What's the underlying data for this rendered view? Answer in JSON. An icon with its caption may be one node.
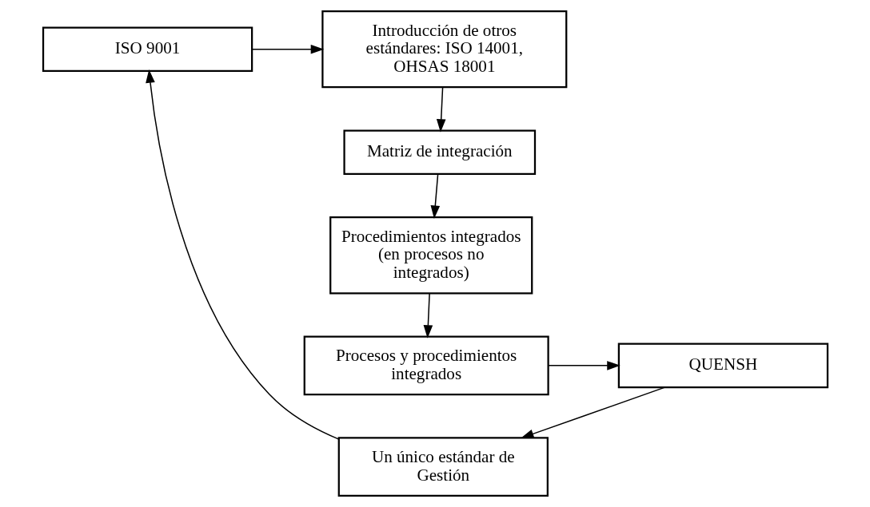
{
  "diagram": {
    "nodes": [
      {
        "text": [
          "ISO 9001"
        ]
      },
      {
        "text": [
          "Introducción de otros estándares: ISO 14001, OHSAS 18001"
        ]
      },
      {
        "text": [
          "Matriz de integración"
        ]
      },
      {
        "text": [
          "Procedimientos integrados (en procesos no integrados)"
        ]
      },
      {
        "text": [
          "Procesos y procedimientos integrados"
        ]
      },
      {
        "text": [
          "QUENSH"
        ]
      },
      {
        "text": [
          "Un único estándar de Gestión"
        ]
      }
    ],
    "edges": [
      {
        "from": 0,
        "to": 1,
        "arrow": "to"
      },
      {
        "from": 1,
        "to": 2,
        "arrow": "to"
      },
      {
        "from": 2,
        "to": 3,
        "arrow": "to"
      },
      {
        "from": 3,
        "to": 4,
        "arrow": "to"
      },
      {
        "from": 4,
        "to": 5,
        "arrow": "to"
      },
      {
        "from": 5,
        "to": 6,
        "arrow": "to"
      },
      {
        "from": 6,
        "to": 0,
        "arrow": "to"
      }
    ]
  }
}
